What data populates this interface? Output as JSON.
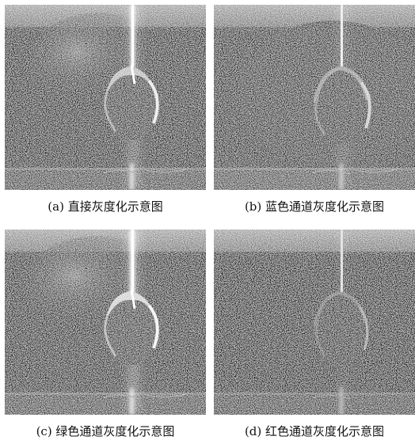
{
  "figure": {
    "panels": [
      {
        "caption": "(a) 直接灰度化示意图"
      },
      {
        "caption": "(b) 蓝色通道灰度化示意图"
      },
      {
        "caption": "(c) 绿色通道灰度化示意图"
      },
      {
        "caption": "(d) 红色通道灰度化示意图"
      }
    ]
  }
}
